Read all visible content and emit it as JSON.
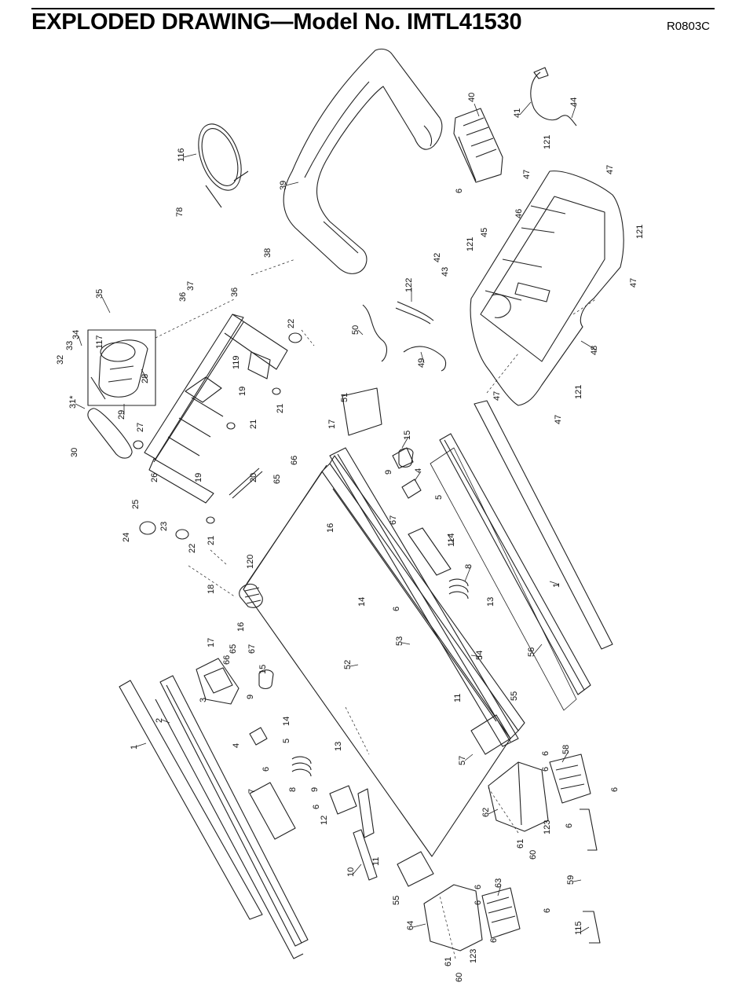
{
  "header": {
    "title": "EXPLODED DRAWING—Model No. IMTL41530",
    "code": "R0803C"
  },
  "diagram": {
    "part_labels": [
      "1",
      "2",
      "3",
      "4",
      "5",
      "6",
      "7",
      "8",
      "9",
      "10",
      "11",
      "12",
      "13",
      "14",
      "15",
      "16",
      "17",
      "18",
      "19",
      "20",
      "21",
      "22",
      "23",
      "24",
      "25",
      "26",
      "27",
      "28",
      "29",
      "30",
      "31*",
      "32",
      "33",
      "34",
      "35",
      "36",
      "37",
      "38",
      "39",
      "40",
      "41",
      "42",
      "43",
      "44",
      "45",
      "46",
      "47",
      "48",
      "49",
      "50",
      "51",
      "52",
      "53",
      "54",
      "55",
      "56",
      "57",
      "58",
      "59",
      "60",
      "61",
      "62",
      "63",
      "64",
      "65",
      "66",
      "67",
      "78",
      "114",
      "115",
      "116",
      "117",
      "119",
      "120",
      "121",
      "122",
      "123"
    ]
  }
}
